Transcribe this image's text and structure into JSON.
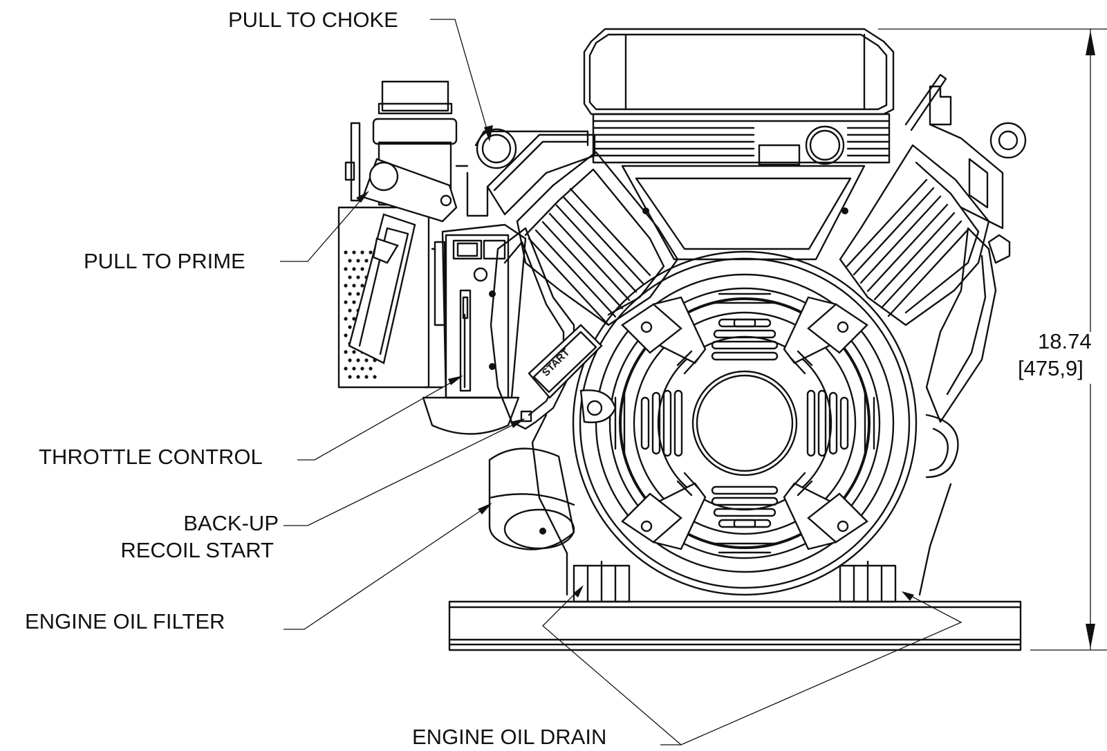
{
  "labels": {
    "choke": "PULL TO CHOKE",
    "prime": "PULL TO PRIME",
    "throttle": "THROTTLE CONTROL",
    "backup_line1": "BACK-UP",
    "backup_line2": "RECOIL START",
    "oil_filter": "ENGINE OIL FILTER",
    "oil_drain": "ENGINE OIL DRAIN",
    "start_handle": "START"
  },
  "dimension": {
    "inches": "18.74",
    "mm": "[475,9]"
  }
}
